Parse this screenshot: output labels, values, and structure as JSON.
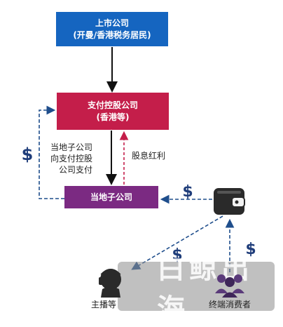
{
  "colors": {
    "box_top": "#1565c0",
    "box_mid": "#c41e4a",
    "box_sub": "#7b2a82",
    "arrow_black": "#111111",
    "arrow_dashed_blue": "#1f4e8c",
    "arrow_dashed_red": "#c41e4a",
    "dollar": "#1f3d7a"
  },
  "nodes": {
    "top": {
      "line1": "上市公司",
      "line2": "(开曼/香港税务居民)"
    },
    "mid": {
      "line1": "支付控股公司",
      "line2": "(香港等)"
    },
    "sub": {
      "label": "当地子公司"
    }
  },
  "labels": {
    "left": [
      "当地子公司",
      "向支付控股",
      "公司支付"
    ],
    "dividend": "股息红利",
    "anchor": "主播等",
    "consumer": "终端消费者"
  },
  "icons": {
    "wallet": "wallet-icon",
    "anchor": "anchor-person-icon",
    "consumer": "consumer-group-icon",
    "dollar": "dollar-icon"
  },
  "watermark": {
    "text": "白鲸出海"
  }
}
